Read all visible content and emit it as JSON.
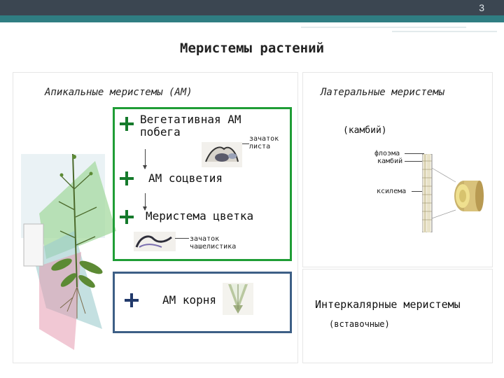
{
  "slide": {
    "number": "3",
    "title": "Меристемы растений"
  },
  "left_panel": {
    "heading": "Апикальные меристемы (АМ)",
    "items": {
      "vegetative": "Вегетативная АМ\nпобега",
      "leaf_primordium": "зачаток\nлиста",
      "inflorescence": "АМ соцветия",
      "flower": "Меристема цветка",
      "sepal_primordium": "зачаток\nчашелистика",
      "root": "АМ корня"
    }
  },
  "right_panel": {
    "heading": "Латеральные меристемы",
    "subheading": "(камбий)",
    "labels": {
      "phloem": "флоэма",
      "cambium": "камбий",
      "xylem": "ксилема"
    },
    "bottom_heading": "Интеркалярные меристемы",
    "bottom_sub": "(вставочные)"
  },
  "colors": {
    "green_box": "#1f9d36",
    "blue_box": "#3d5f86",
    "plus": "#157a2b",
    "plus_root": "#223a6b",
    "topbar": "#3b4651",
    "topbar_accent": "#2f7d82"
  }
}
